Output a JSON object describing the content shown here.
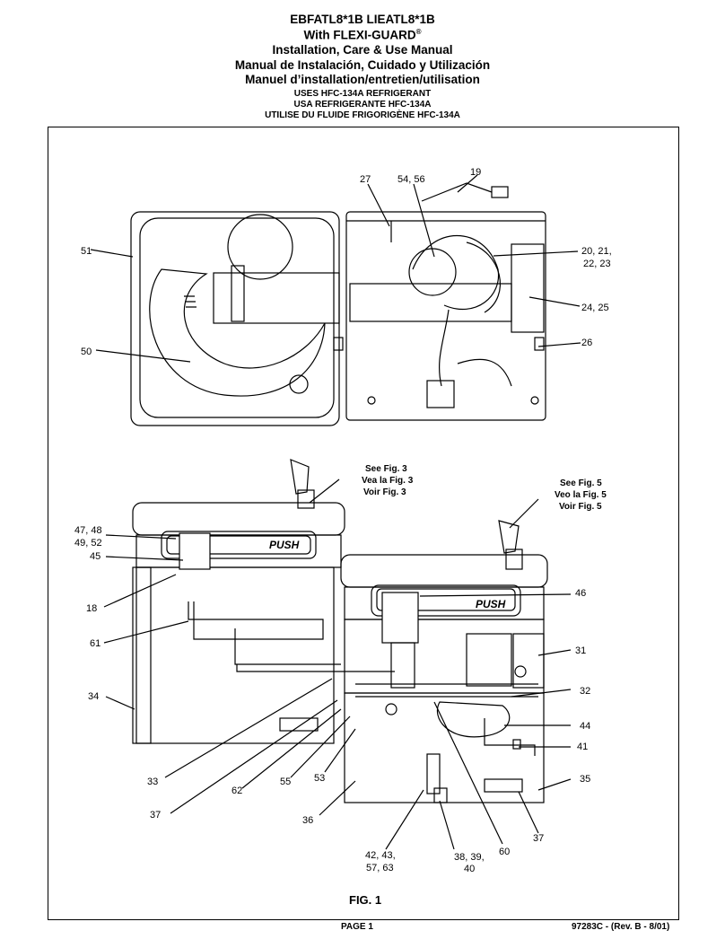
{
  "header": {
    "model_line": "EBFATL8*1B  LIEATL8*1B",
    "flexi_line": "With FLEXI-GUARD",
    "registered_mark": "®",
    "title_en": "Installation, Care & Use Manual",
    "title_es": "Manual de Instalación, Cuidado y Utilización",
    "title_fr": "Manuel d’installation/entretien/utilisation",
    "refrigerant_en": "USES HFC-134A REFRIGERANT",
    "refrigerant_es": "USA REFRIGERANTE HFC-134A",
    "refrigerant_fr": "UTILISE DU FLUIDE FRIGORIGÈNE HFC-134A"
  },
  "top_view": {
    "callouts": [
      "19",
      "27",
      "54, 56",
      "51",
      "20, 21,",
      "22, 23",
      "24, 25",
      "26",
      "50"
    ]
  },
  "front_view": {
    "see_fig3": [
      "See Fig. 3",
      "Vea la Fig. 3",
      "Voir Fig. 3"
    ],
    "see_fig5": [
      "See Fig. 5",
      "Veo la Fig. 5",
      "Voir Fig. 5"
    ],
    "push_label": "PUSH",
    "callouts": {
      "c4748": "47, 48",
      "c4952": "49, 52",
      "c45": "45",
      "c18": "18",
      "c61": "61",
      "c34": "34",
      "c46": "46",
      "c31": "31",
      "c32": "32",
      "c44": "44",
      "c41": "41",
      "c35": "35",
      "c37r": "37",
      "c33": "33",
      "c62": "62",
      "c55": "55",
      "c53": "53",
      "c37l": "37",
      "c36": "36",
      "c42a": "42, 43,",
      "c42b": "57, 63",
      "c38a": "38, 39,",
      "c38b": "40",
      "c60": "60"
    }
  },
  "figure_caption": "FIG. 1",
  "footer": {
    "page": "PAGE 1",
    "doc_number": "97283C - (Rev. B - 8/01)"
  }
}
